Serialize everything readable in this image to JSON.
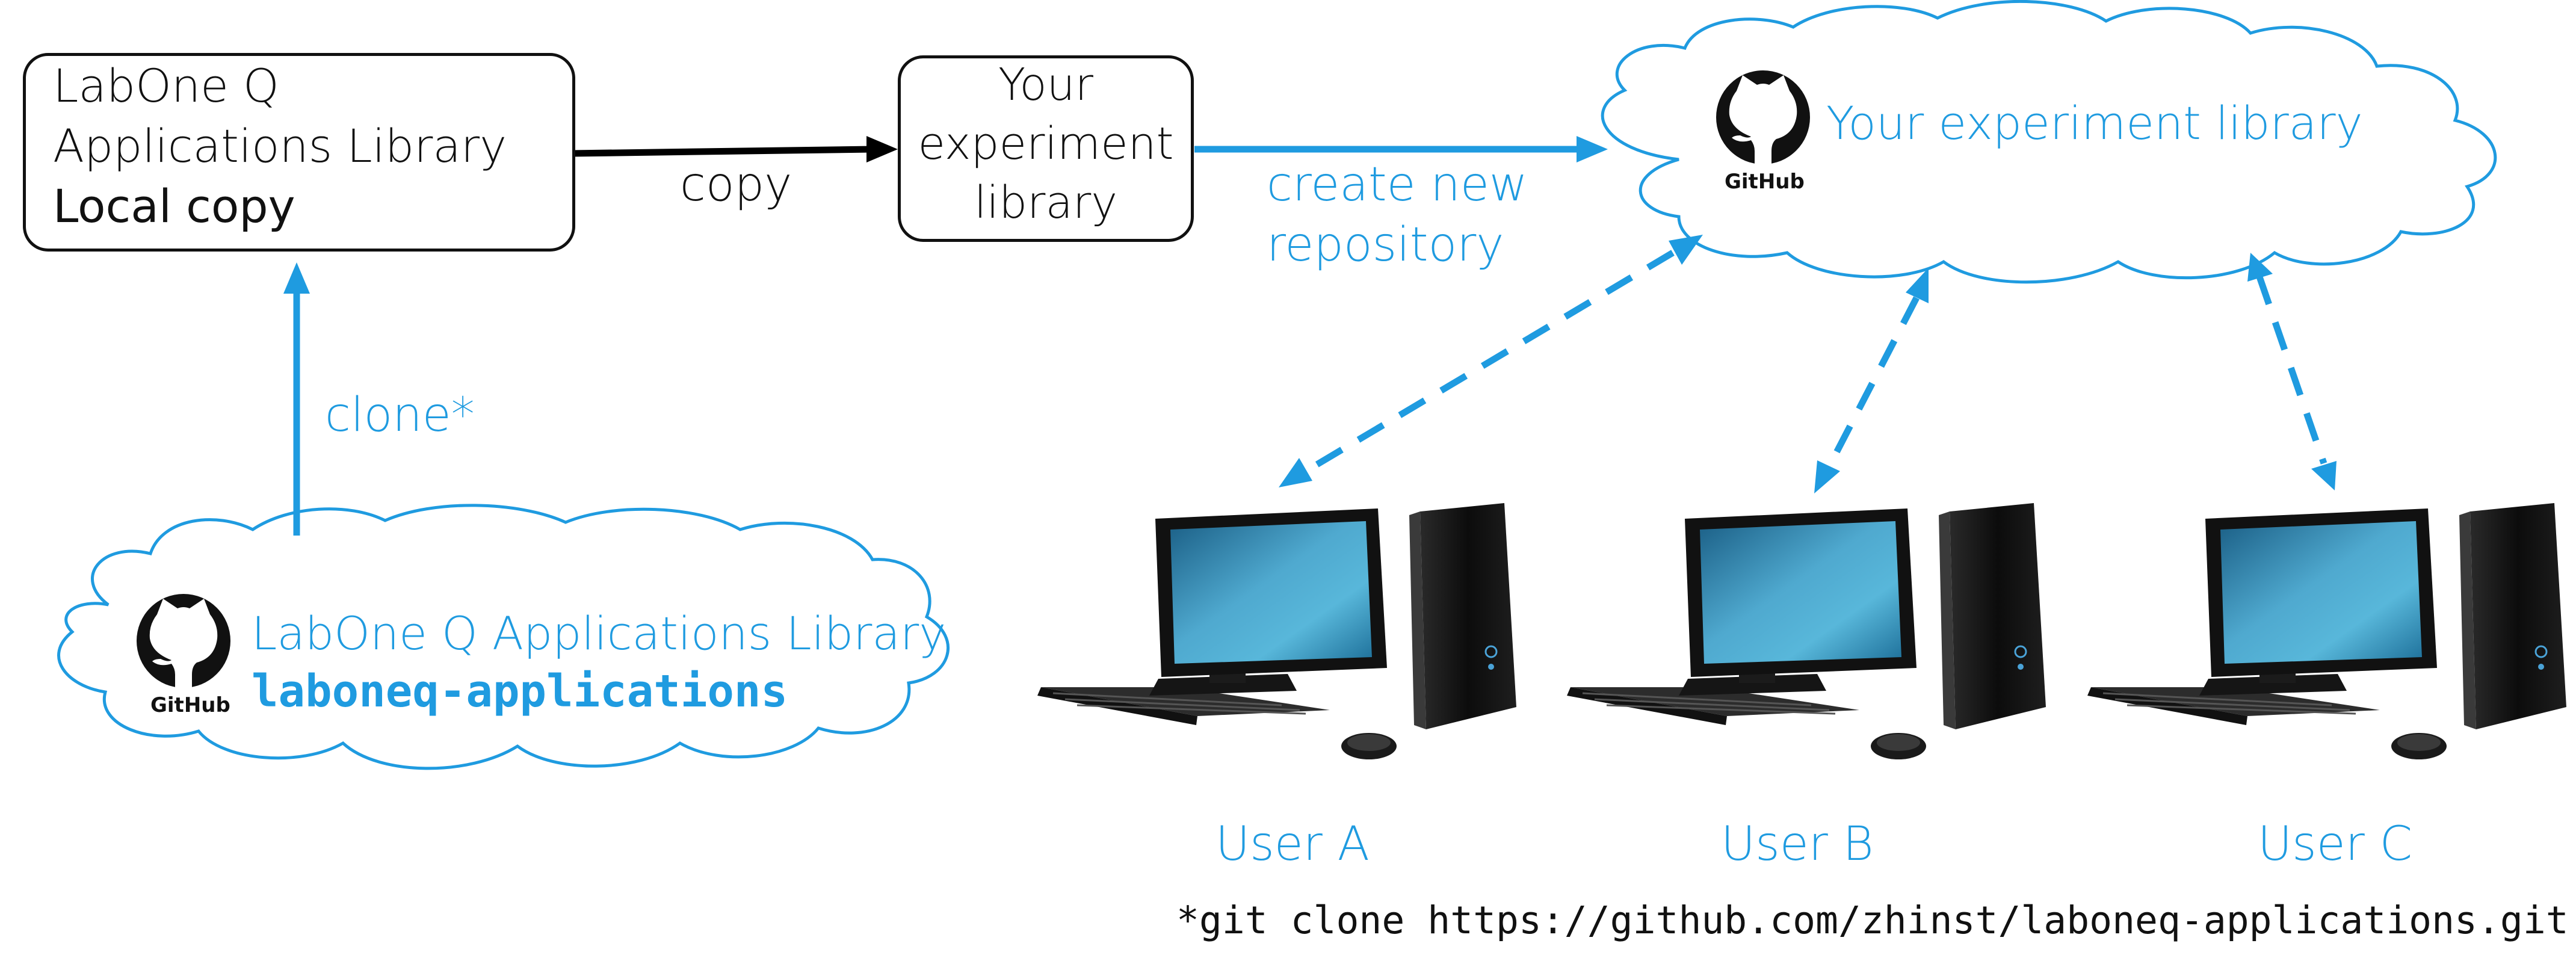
{
  "colors": {
    "accent": "#1f9be0",
    "text": "#111111",
    "background": "#ffffff"
  },
  "icons": [
    "github-icon",
    "desktop-computer-icon"
  ],
  "local_copy_box": {
    "line1": "LabOne Q",
    "line2": "Applications Library",
    "line3": "Local copy"
  },
  "your_library_box": {
    "line1": "Your",
    "line2": "experiment",
    "line3": "library"
  },
  "edges": {
    "copy": "copy",
    "create_line1": "create new",
    "create_line2": "repository",
    "clone": "clone*"
  },
  "cloud_applications": {
    "github_label": "GitHub",
    "title": "LabOne Q Applications Library",
    "repo": "laboneq-applications"
  },
  "cloud_experiment": {
    "github_label": "GitHub",
    "title": "Your experiment library"
  },
  "users": [
    {
      "label": "User A"
    },
    {
      "label": "User B"
    },
    {
      "label": "User C"
    }
  ],
  "footnote": "*git clone https://github.com/zhinst/laboneq-applications.git"
}
